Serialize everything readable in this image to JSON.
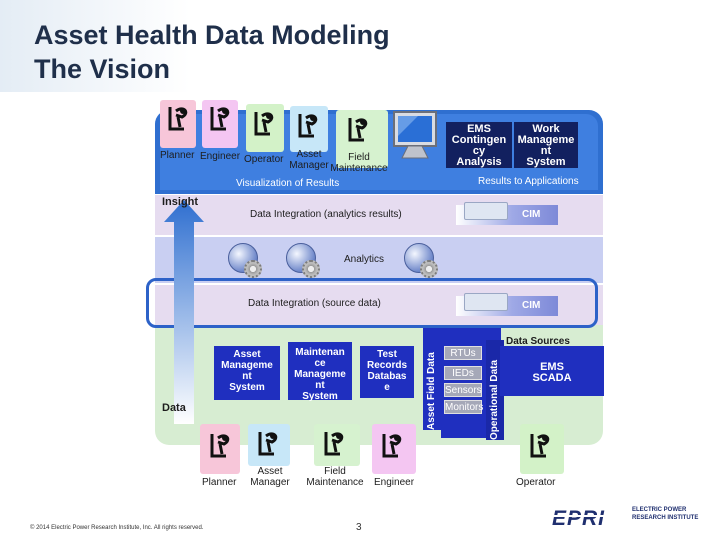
{
  "title": {
    "line1": "Asset Health Data Modeling",
    "line2": "The Vision"
  },
  "top_roles": [
    "Planner",
    "Engineer",
    "Operator",
    "Asset Manager",
    "Field Maintenance"
  ],
  "top_roles_split": {
    "asset_manager_1": "Asset",
    "asset_manager_2": "Manager",
    "field_1": "Field",
    "field_2": "Maintenance"
  },
  "visualization_label": "Visualization of Results",
  "results_label": "Results to Applications",
  "apps": {
    "ems_lines": [
      "EMS",
      "Contingen",
      "cy",
      "Analysis"
    ],
    "work_lines": [
      "Work",
      "Manageme",
      "nt",
      "System"
    ]
  },
  "insight_label": "Insight",
  "data_label": "Data",
  "integration_results": "Data Integration (analytics results)",
  "analytics_label": "Analytics",
  "integration_source": "Data Integration (source data)",
  "cim_label": "CIM",
  "systems": [
    {
      "lines": [
        "Asset",
        "Manageme",
        "nt",
        "System"
      ]
    },
    {
      "lines": [
        "Maintenan",
        "ce",
        "Manageme",
        "nt",
        "System"
      ]
    },
    {
      "lines": [
        "Test",
        "Records",
        "Databas",
        "e"
      ]
    }
  ],
  "asset_data_label": "Asset Field Data",
  "operational_data_label": "Operational Data",
  "field_devices": [
    "RTUs",
    "IEDs",
    "Sensors",
    "Monitors"
  ],
  "data_sources_label": "Data Sources",
  "ems_scada_lines": [
    "EMS",
    "SCADA"
  ],
  "bottom_roles": [
    "Planner",
    "Asset Manager",
    "Field Maintenance",
    "Engineer",
    "Operator"
  ],
  "bottom_roles_split": {
    "asset_manager_1": "Asset",
    "asset_manager_2": "Manager",
    "field_1": "Field",
    "field_2": "Maintenance"
  },
  "footer": "© 2014 Electric Power Research Institute, Inc. All rights reserved.",
  "page_number": "3",
  "logo": {
    "wordmark": "EPRI",
    "lines": [
      "ELECTRIC POWER",
      "RESEARCH INSTITUTE"
    ]
  },
  "colors": {
    "planner": "#f7c6d9",
    "engineer": "#f4c6f2",
    "operator": "#d3f2c8",
    "asset_manager": "#c7e7f8",
    "field_maintenance": "#d6f2cf",
    "band_blue": "#2f6fd0",
    "dark_navy": "#12205f",
    "system_blue": "#1f2fbf"
  }
}
